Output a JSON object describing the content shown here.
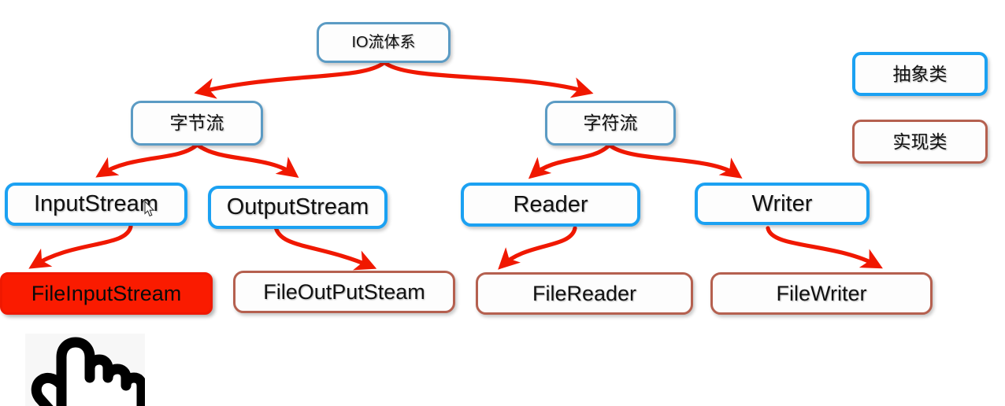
{
  "diagram": {
    "title_node": {
      "label": "IO流体系"
    },
    "nodes": [
      {
        "id": "root",
        "label": "IO流体系",
        "kind": "abstract-root"
      },
      {
        "id": "byte-stream",
        "label": "字节流",
        "kind": "abstract"
      },
      {
        "id": "char-stream",
        "label": "字符流",
        "kind": "abstract"
      },
      {
        "id": "input-stream",
        "label": "InputStream",
        "kind": "abstract"
      },
      {
        "id": "output-stream",
        "label": "OutputStream",
        "kind": "abstract"
      },
      {
        "id": "reader",
        "label": "Reader",
        "kind": "abstract"
      },
      {
        "id": "writer",
        "label": "Writer",
        "kind": "abstract"
      },
      {
        "id": "file-input-stream",
        "label": "FileInputStream",
        "kind": "impl-highlighted"
      },
      {
        "id": "file-output-stream",
        "label": "FileOutPutSteam",
        "kind": "impl"
      },
      {
        "id": "file-reader",
        "label": "FileReader",
        "kind": "impl"
      },
      {
        "id": "file-writer",
        "label": "FileWriter",
        "kind": "impl"
      }
    ],
    "edges": [
      {
        "from": "root",
        "to": "byte-stream"
      },
      {
        "from": "root",
        "to": "char-stream"
      },
      {
        "from": "byte-stream",
        "to": "input-stream"
      },
      {
        "from": "byte-stream",
        "to": "output-stream"
      },
      {
        "from": "char-stream",
        "to": "reader"
      },
      {
        "from": "char-stream",
        "to": "writer"
      },
      {
        "from": "input-stream",
        "to": "file-input-stream"
      },
      {
        "from": "output-stream",
        "to": "file-output-stream"
      },
      {
        "from": "reader",
        "to": "file-reader"
      },
      {
        "from": "writer",
        "to": "file-writer"
      }
    ]
  },
  "legend": {
    "abstract": {
      "label": "抽象类"
    },
    "implementation": {
      "label": "实现类"
    }
  },
  "colors": {
    "abstract_border": "#1ba1f2",
    "root_border": "#5b9bc4",
    "implementation_border": "#b5604f",
    "highlight_fill": "#fa1b00",
    "arrow": "#f01800",
    "node_fill": "#fdfdfd",
    "text": "#111111",
    "background": "#ffffff"
  },
  "cursor": {
    "pointer_label": "mouse-pointer",
    "hand_label": "pointing-hand"
  }
}
